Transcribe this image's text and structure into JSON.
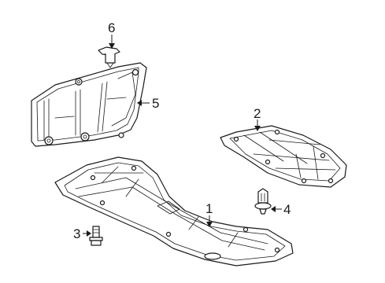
{
  "diagram": {
    "callouts": [
      {
        "id": "part-1",
        "label": "1"
      },
      {
        "id": "part-2",
        "label": "2"
      },
      {
        "id": "part-3",
        "label": "3"
      },
      {
        "id": "part-4",
        "label": "4"
      },
      {
        "id": "part-5",
        "label": "5"
      },
      {
        "id": "part-6",
        "label": "6"
      }
    ]
  },
  "colors": {
    "line": "#1a1a1a",
    "background": "#ffffff"
  }
}
